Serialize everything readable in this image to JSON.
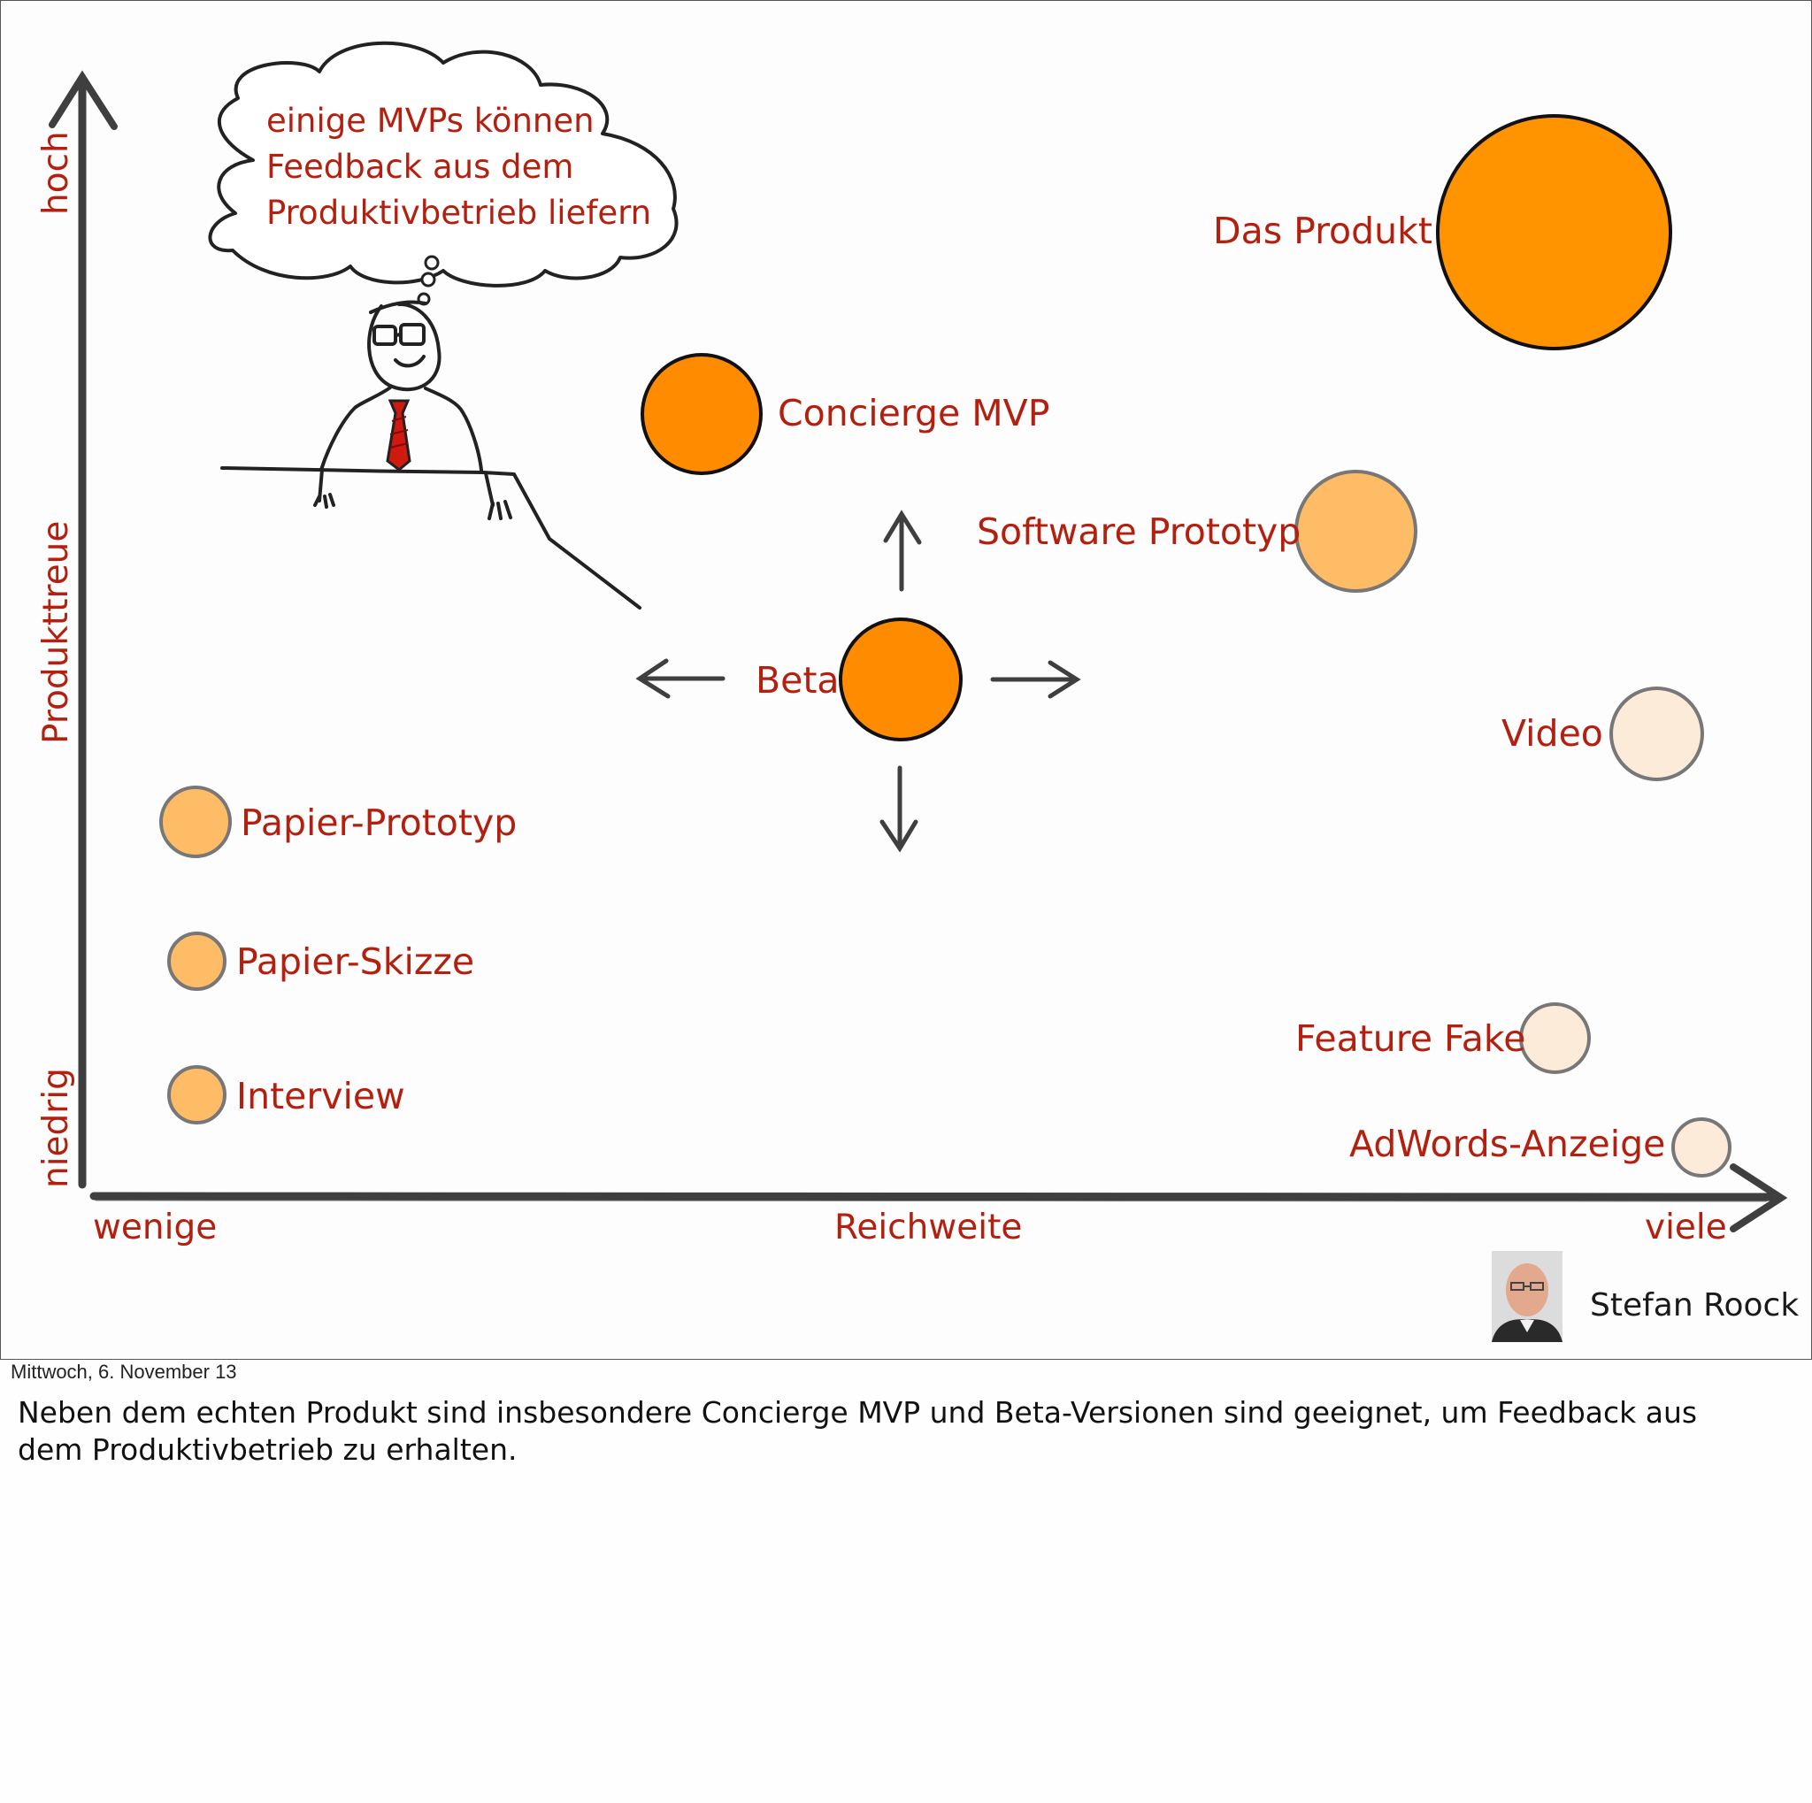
{
  "slide": {
    "thought_bubble_lines": [
      "einige MVPs können",
      "Feedback aus dem",
      "Produktivbetrieb liefern"
    ],
    "axes": {
      "y_label": "Produkttreue",
      "y_high": "hoch",
      "y_low": "niedrig",
      "x_label": "Reichweite",
      "x_low": "wenige",
      "x_high": "viele"
    },
    "items": [
      {
        "label": "Das Produkt",
        "color": "#ff9400"
      },
      {
        "label": "Concierge MVP",
        "color": "#ff8c00"
      },
      {
        "label": "Software Prototyp",
        "color": "#ffbc66"
      },
      {
        "label": "Beta",
        "color": "#ff8c00"
      },
      {
        "label": "Video",
        "color": "#fdebd9"
      },
      {
        "label": "Papier-Prototyp",
        "color": "#ffbc66"
      },
      {
        "label": "Papier-Skizze",
        "color": "#ffbc66"
      },
      {
        "label": "Interview",
        "color": "#ffbc66"
      },
      {
        "label": "Feature Fake",
        "color": "#fdebd9"
      },
      {
        "label": "AdWords-Anzeige",
        "color": "#fdebd9"
      }
    ],
    "author": "Stefan Roock",
    "label_color": "#b3200f"
  },
  "footer": {
    "date": "Mittwoch, 6. November 13",
    "notes": "Neben dem echten Produkt sind insbesondere Concierge MVP und Beta-Versionen sind geeignet, um Feedback aus dem Produktivbetrieb zu erhalten."
  }
}
